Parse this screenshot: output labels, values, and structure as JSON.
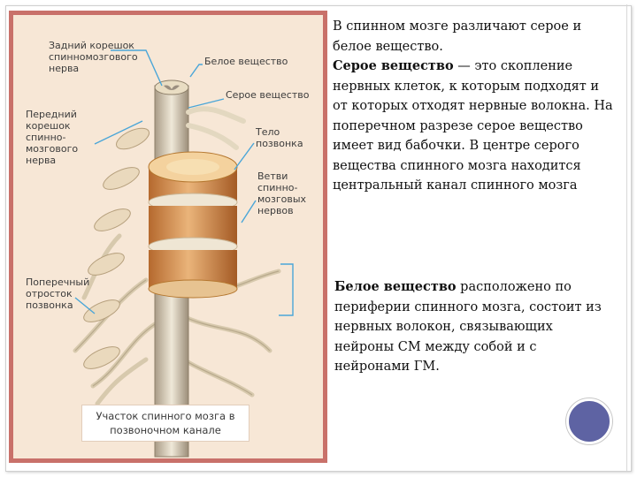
{
  "figure": {
    "labels": {
      "dorsal_root": "Задний корешок спинномозгового нерва",
      "ventral_root": "Передний корешок спинно-мозгового нерва",
      "white_matter": "Белое вещество",
      "gray_matter": "Серое вещество",
      "vertebra_body": "Тело позвонка",
      "spinal_branches": "Ветви спинно-мозговых нервов",
      "transverse_process": "Поперечный отросток позвонка"
    },
    "caption": "Участок спинного мозга в позвоночном канале"
  },
  "text": {
    "p1_intro": "В спинном мозге различают серое и белое вещество.",
    "p1_term": "Серое вещество",
    "p1_rest": " — это скопление нервных клеток, к которым подходят и от которых отходят нервные волокна. На поперечном разрезе серое вещество имеет вид бабочки. В центре серого вещества спинного мозга находится центральный канал спинного мозга",
    "p2_term": "Белое вещество",
    "p2_rest": " расположено по периферии спинного мозга, состоит из нервных волокон, связывающих нейроны СМ между собой и с нейронами ГМ."
  },
  "colors": {
    "frame_border": "#c9716a",
    "figure_bg": "#f7e7d6",
    "label_line": "#4aa6d8",
    "vertebra": "#d99a55",
    "nerve": "#e6dcc6",
    "accent_dot": "#5e63a3"
  }
}
